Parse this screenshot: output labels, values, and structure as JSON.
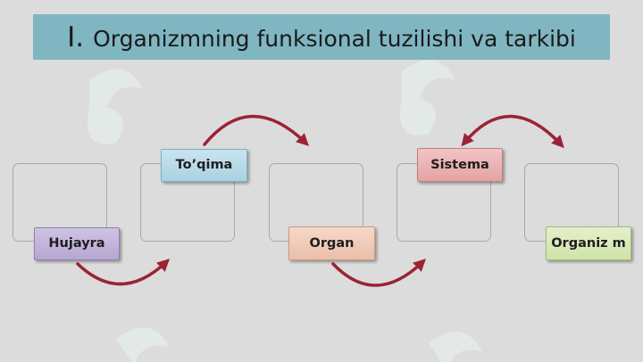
{
  "title": {
    "number": "I.",
    "text": "Organizmning funksional tuzilishi va tarkibi"
  },
  "boxes": {
    "hujayra": "Hujayra",
    "toqima": "To’qima",
    "organ": "Organ",
    "sistema": "Sistema",
    "organizm": "Organiz m"
  },
  "colors": {
    "title_bar": "#7fb6c1",
    "arrow": "#9b2335",
    "hujayra": "#c3b5db",
    "toqima": "#b9dbe8",
    "organ": "#f0ccb8",
    "sistema": "#ebb3b3",
    "organizm": "#dbeaba"
  },
  "watermark_icon": "pharma-logo-icon"
}
